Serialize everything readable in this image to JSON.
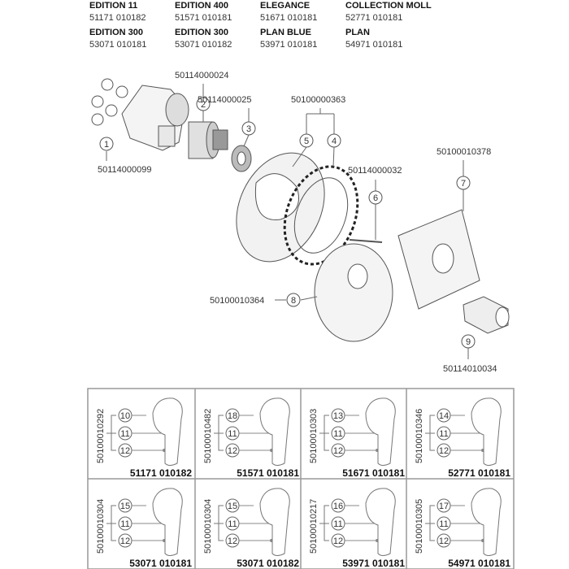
{
  "header": [
    {
      "name": "EDITION 11",
      "code": "51171 010182"
    },
    {
      "name": "EDITION 400",
      "code": "51571 010181"
    },
    {
      "name": "ELEGANCE",
      "code": "51671 010181"
    },
    {
      "name": "COLLECTION MOLL",
      "code": "52771 010181"
    },
    {
      "name": "EDITION 300",
      "code": "53071 010181"
    },
    {
      "name": "EDITION 300",
      "code": "53071 010182"
    },
    {
      "name": "PLAN BLUE",
      "code": "53971 010181"
    },
    {
      "name": "PLAN",
      "code": "54971 010181"
    }
  ],
  "parts": [
    {
      "num": "1",
      "code": "50114000099"
    },
    {
      "num": "2",
      "code": "50114000024"
    },
    {
      "num": "3",
      "code": "50114000025"
    },
    {
      "num": "4",
      "code": "50100000363"
    },
    {
      "num": "5",
      "code": ""
    },
    {
      "num": "6",
      "code": "50114000032"
    },
    {
      "num": "7",
      "code": "50100010378"
    },
    {
      "num": "8",
      "code": "50100010364"
    },
    {
      "num": "9",
      "code": "50114010034"
    }
  ],
  "handles": [
    {
      "set": "50100010292",
      "lever": "10",
      "screw": "11",
      "cap": "12",
      "model": "51171 010182"
    },
    {
      "set": "50100010482",
      "lever": "18",
      "screw": "11",
      "cap": "12",
      "model": "51571 010181"
    },
    {
      "set": "50100010303",
      "lever": "13",
      "screw": "11",
      "cap": "12",
      "model": "51671 010181"
    },
    {
      "set": "50100010346",
      "lever": "14",
      "screw": "11",
      "cap": "12",
      "model": "52771 010181"
    },
    {
      "set": "50100010304",
      "lever": "15",
      "screw": "11",
      "cap": "12",
      "model": "53071 010181"
    },
    {
      "set": "50100010304",
      "lever": "15",
      "screw": "11",
      "cap": "12",
      "model": "53071 010182"
    },
    {
      "set": "50100010217",
      "lever": "16",
      "screw": "11",
      "cap": "12",
      "model": "53971 010181"
    },
    {
      "set": "50100010305",
      "lever": "17",
      "screw": "11",
      "cap": "12",
      "model": "54971 010181"
    }
  ]
}
